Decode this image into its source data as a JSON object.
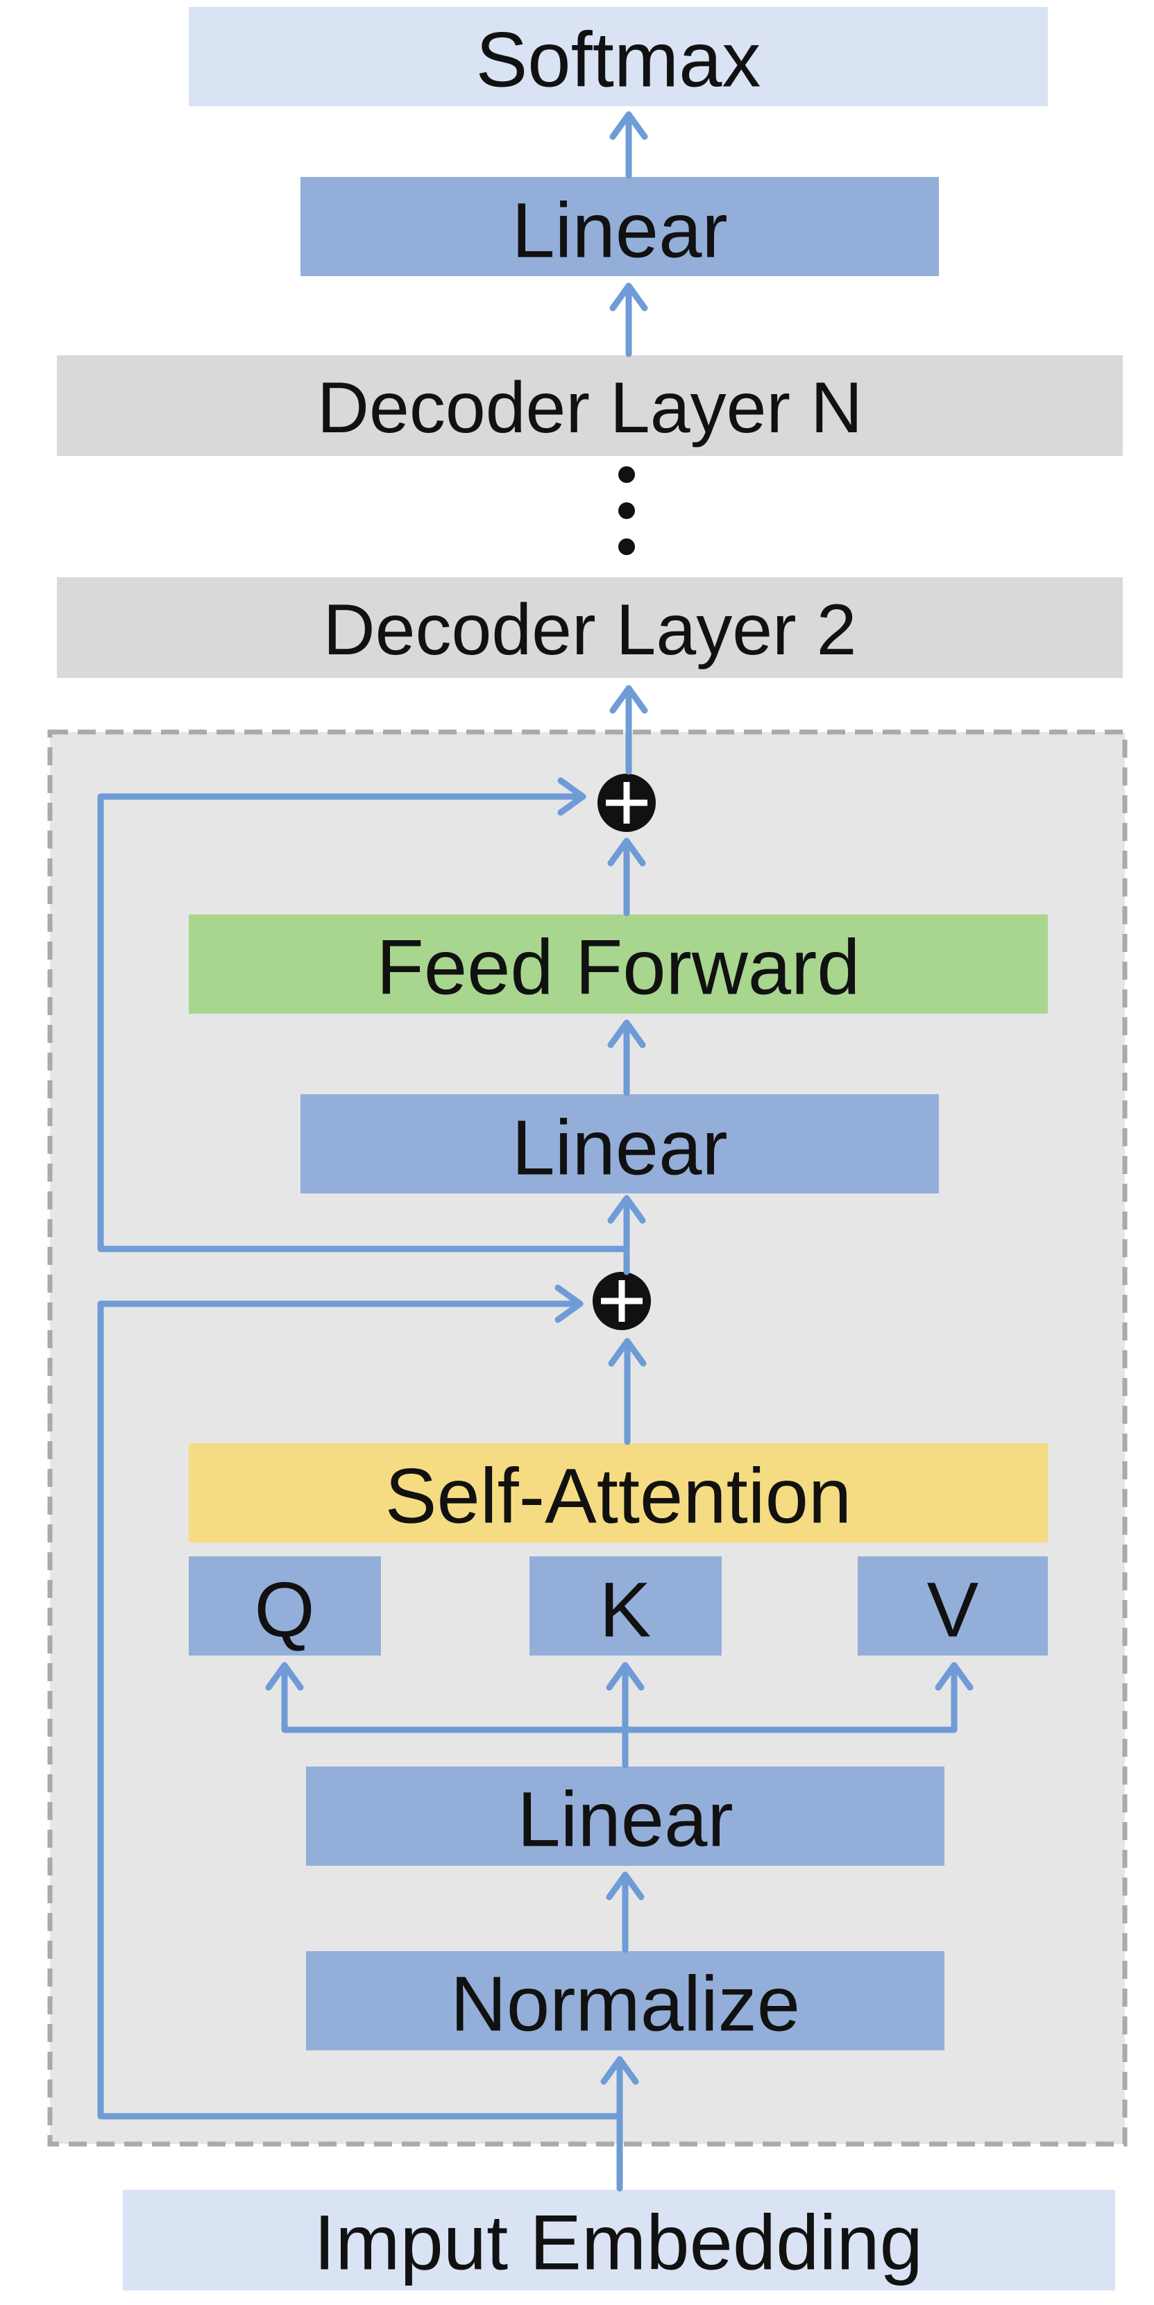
{
  "diagram": {
    "softmax": "Softmax",
    "linear_top": "Linear",
    "decoder_n": "Decoder Layer N",
    "ellipsis": "⋮",
    "decoder_2": "Decoder Layer 2",
    "block": {
      "add_top": "⊕",
      "feed_forward": "Feed Forward",
      "linear_mid": "Linear",
      "add_bottom": "⊕",
      "self_attention": "Self-Attention",
      "q": "Q",
      "k": "K",
      "v": "V",
      "linear_qkv": "Linear",
      "normalize": "Normalize"
    },
    "input_embedding": "Imput Embedding"
  },
  "colors": {
    "light_blue": "#dae3f4",
    "mid_blue": "#93afd9",
    "gray": "#d9d9d9",
    "block_bg": "#e6e6e6",
    "dashed_border": "#aaaaaa",
    "green": "#a9d68e",
    "yellow": "#f5dc82",
    "arrow": "#6f9bd6"
  }
}
